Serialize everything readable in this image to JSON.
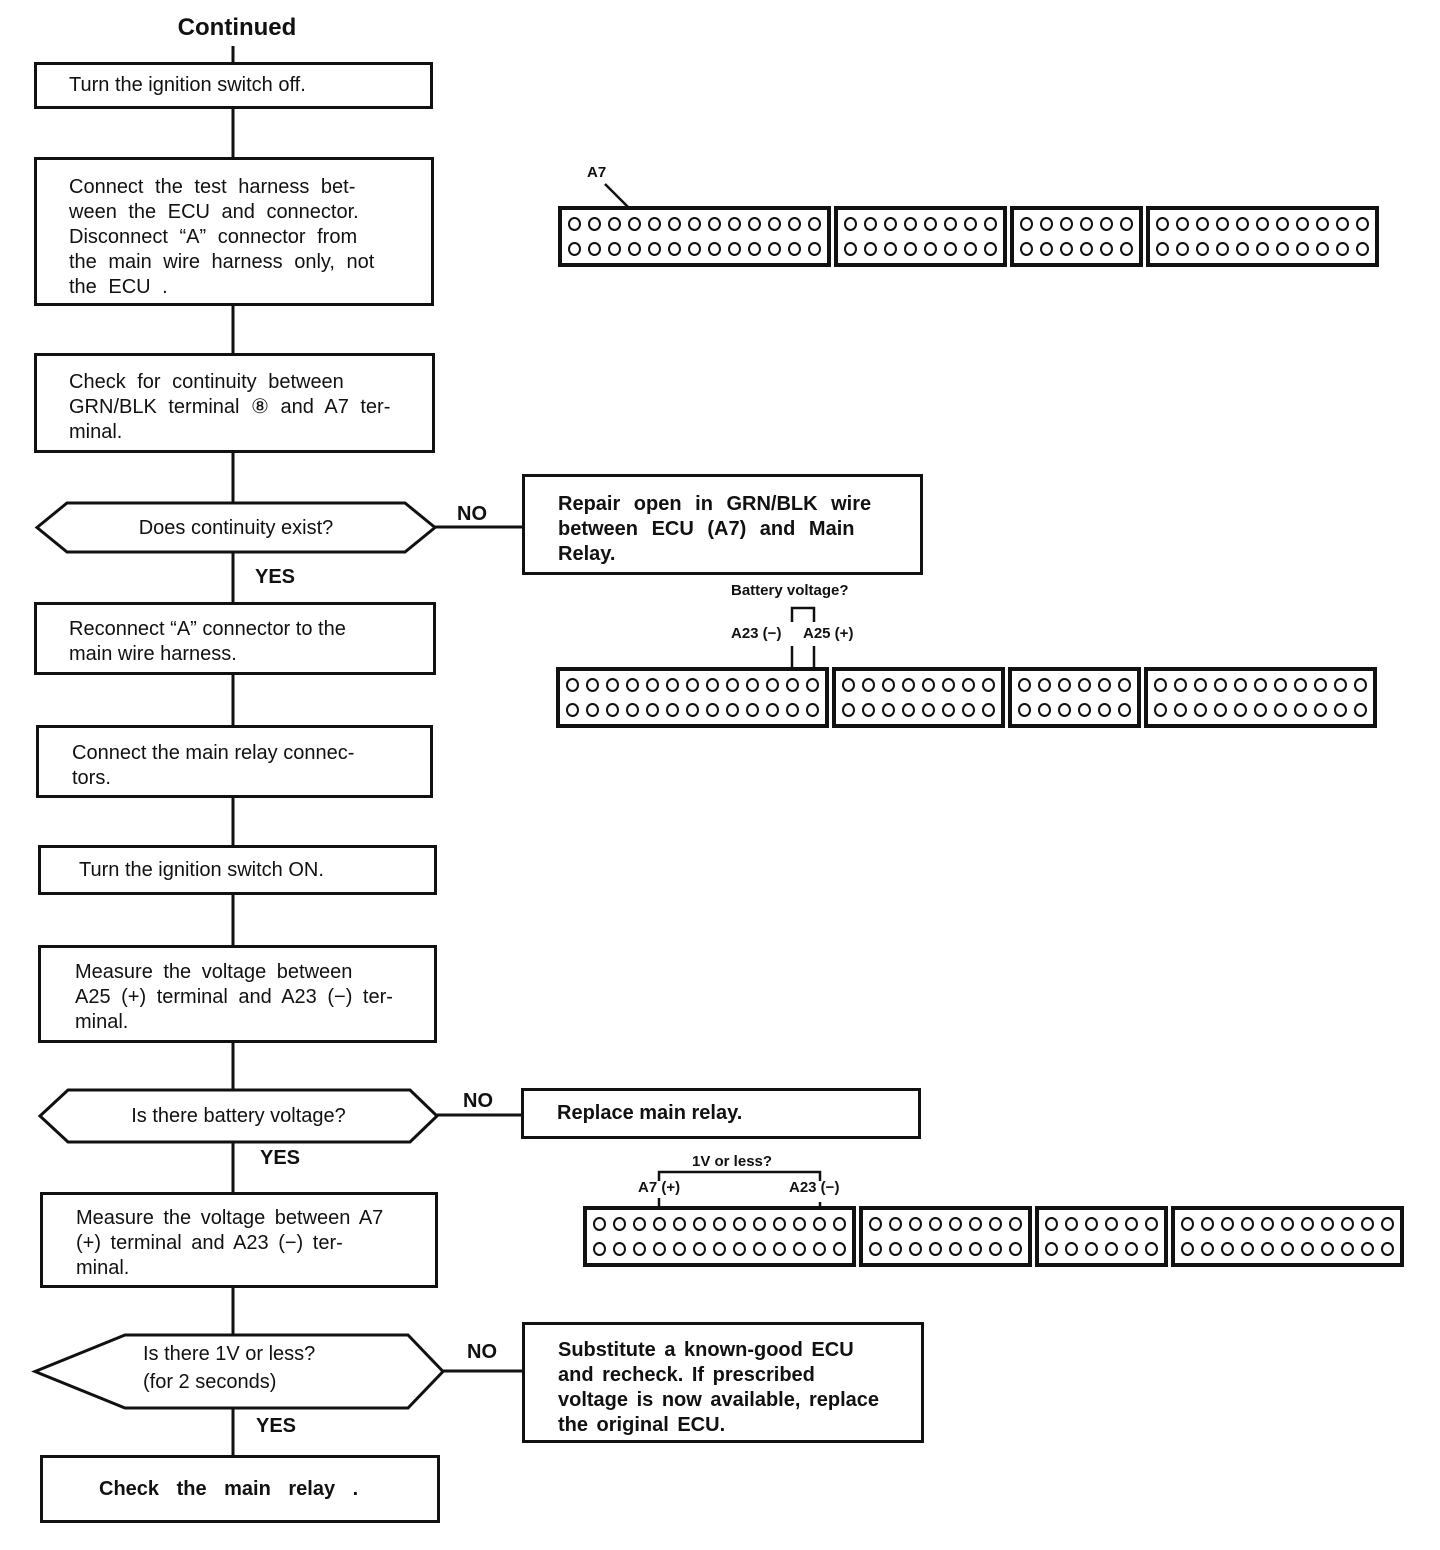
{
  "page": {
    "title": "Continued"
  },
  "flow": {
    "yes": "YES",
    "no": "NO",
    "boxes": {
      "turn_off": "Turn the ignition switch off.",
      "connect_harness": "Connect the test harness bet-\nween the ECU and connector.\nDisconnect “A” connector from\nthe main wire harness only, not\nthe ECU .",
      "check_continuity": "Check for continuity between\nGRN/BLK terminal ⑧ and A7 ter-\nminal.",
      "reconnect_a": "Reconnect “A” connector to the\nmain wire harness.",
      "connect_relay": "Connect the main relay connec-\ntors.",
      "turn_on": "Turn the ignition switch ON.",
      "measure_a25": "Measure the voltage between\nA25 (+) terminal and A23 (−) ter-\nminal.",
      "measure_a7": "Measure the voltage between A7\n(+) terminal and A23 (−) ter-\nminal.",
      "check_relay": "Check the main relay ."
    },
    "decisions": {
      "continuity": "Does continuity exist?",
      "battery": "Is there battery voltage?",
      "one_volt": "Is there 1V or less?\n(for 2 seconds)"
    },
    "results": {
      "repair_open": "Repair open in GRN/BLK wire\nbetween ECU (A7) and Main\nRelay.",
      "replace_relay": "Replace main relay.",
      "substitute_ecu": "Substitute a known-good ECU\nand recheck. If prescribed\nvoltage is now available, replace\nthe original ECU."
    }
  },
  "connectors": {
    "sections": [
      13,
      8,
      6,
      11
    ],
    "c1": {
      "pin_label": "A7"
    },
    "c2": {
      "question": "Battery voltage?",
      "neg": "A23 (−)",
      "pos": "A25 (+)"
    },
    "c3": {
      "question": "1V or less?",
      "pos": "A7 (+)",
      "neg": "A23 (−)"
    }
  },
  "colors": {
    "ink": "#111111",
    "paper": "#ffffff"
  }
}
